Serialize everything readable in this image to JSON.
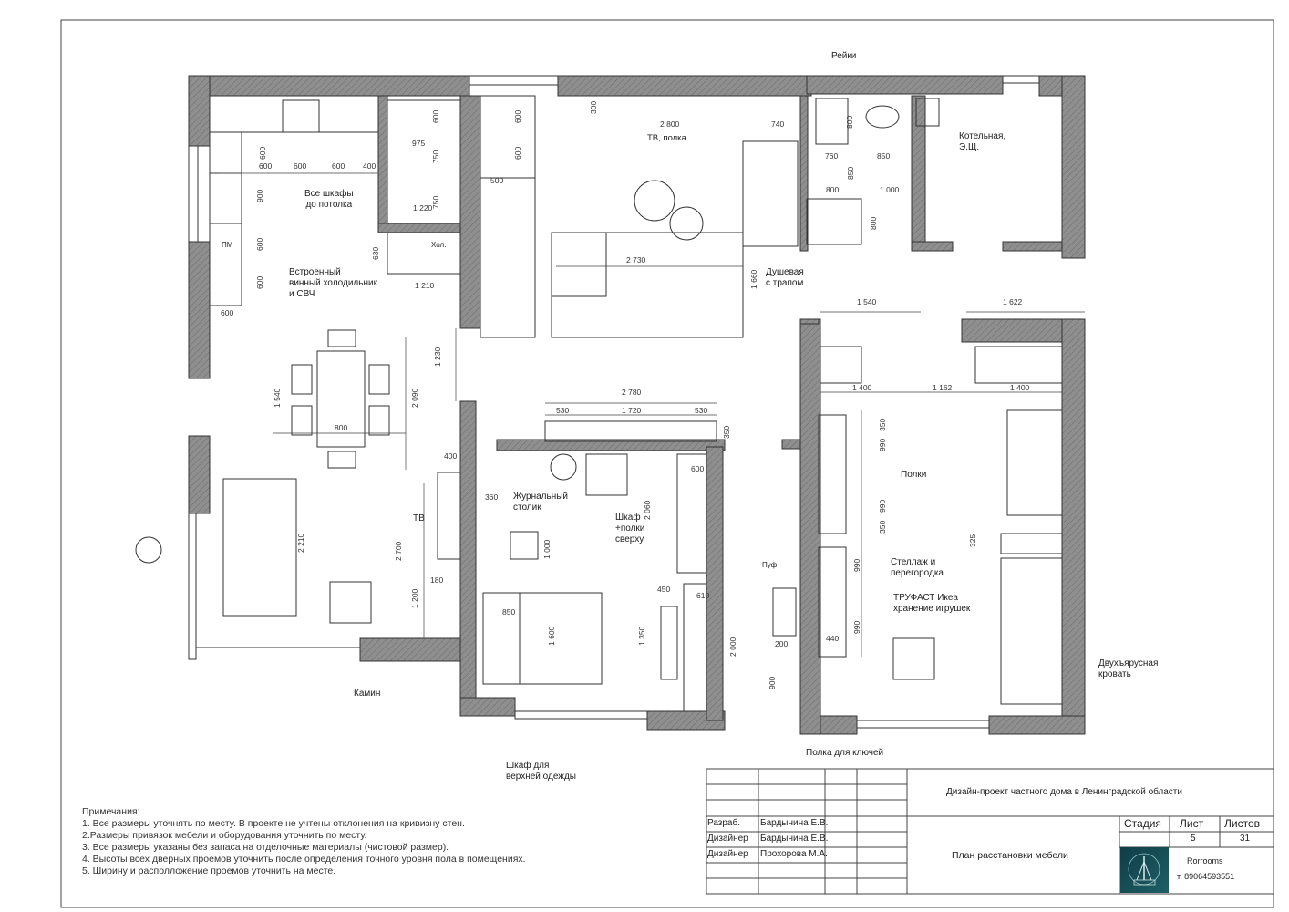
{
  "drawing": {
    "labels": {
      "rails": "Рейки",
      "tv_shelf": "ТВ, полка",
      "all_cabinets": "Все шкафы\nдо потолка",
      "wine_fridge": "Встроенный\nвинный холодильник\nи СВЧ",
      "dishwasher": "ПМ",
      "fridge": "Хол.",
      "boiler": "Котельная,\nЭ.Щ.",
      "shower": "Душевая\nс трапом",
      "coffee_table": "Журнальный\nстолик",
      "wardrobe": "Шкаф\n+полки\nсверху",
      "tv": "ТВ",
      "shelves": "Полки",
      "rack": "Стеллаж и\nперегородка",
      "trofast": "ТРУФАСТ Икеа\nхранение игрушек",
      "bunk_bed": "Двухъярусная\nкровать",
      "pouf": "Пуф",
      "fireplace": "Камин",
      "coat_closet": "Шкаф для\nверхней одежды",
      "key_shelf": "Полка для ключей"
    },
    "dims": [
      "600",
      "600",
      "600",
      "600",
      "400",
      "900",
      "600",
      "600",
      "600",
      "975",
      "600",
      "750",
      "1 220",
      "750",
      "630",
      "1 210",
      "500",
      "600",
      "600",
      "300",
      "2 800",
      "740",
      "2 730",
      "1 660",
      "1 230",
      "1 540",
      "2 090",
      "800",
      "400",
      "2 210",
      "2 700",
      "1 200",
      "180",
      "2 780",
      "530",
      "1 720",
      "530",
      "350",
      "360",
      "600",
      "2 060",
      "1 000",
      "450",
      "610",
      "850",
      "1 600",
      "1 350",
      "2 000",
      "200",
      "900",
      "760",
      "850",
      "800",
      "850",
      "800",
      "1 000",
      "800",
      "1 540",
      "1 622",
      "1 400",
      "1 162",
      "1 400",
      "350",
      "990",
      "990",
      "350",
      "325",
      "990",
      "990",
      "440"
    ]
  },
  "notes": {
    "title": "Примечания:",
    "items": [
      "1. Все размеры уточнять по месту. В проекте не учтены отклонения на кривизну стен.",
      "2.Размеры привязок мебели и оборудования уточнить по месту.",
      "3. Все размеры указаны без запаса на отделочные материалы (чистовой размер).",
      "4. Высоты всех дверных проемов уточнить после определения точного уровня пола в помещениях.",
      "5. Ширину и располложение проемов уточнить на месте."
    ]
  },
  "title_block": {
    "project": "Дизайн-проект частного дома в Ленинградской области",
    "sheet_title": "План расстановки мебели",
    "roles": [
      {
        "role": "Разраб.",
        "name": "Бардынина Е.В."
      },
      {
        "role": "Дизайнер",
        "name": "Бардынина Е.В."
      },
      {
        "role": "Дизайнер",
        "name": "Прохорова М.А."
      }
    ],
    "stage_label": "Стадия",
    "sheet_label": "Лист",
    "sheets_label": "Листов",
    "stage": "",
    "sheet": "5",
    "sheets": "31",
    "company": "Rorrooms",
    "phone": "т. 89064593551",
    "logo_text": "Rorrooms"
  },
  "colors": {
    "wall": "#8a8a8a",
    "line": "#333333",
    "logo": "#1f5f66"
  }
}
